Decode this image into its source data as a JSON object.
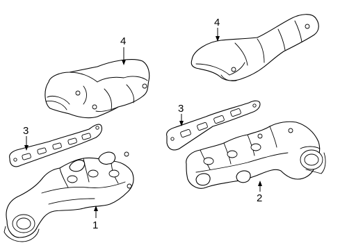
{
  "callouts": {
    "c1": "1",
    "c2": "2",
    "c3_left": "3",
    "c3_right": "3",
    "c4_left": "4",
    "c4_right": "4"
  }
}
